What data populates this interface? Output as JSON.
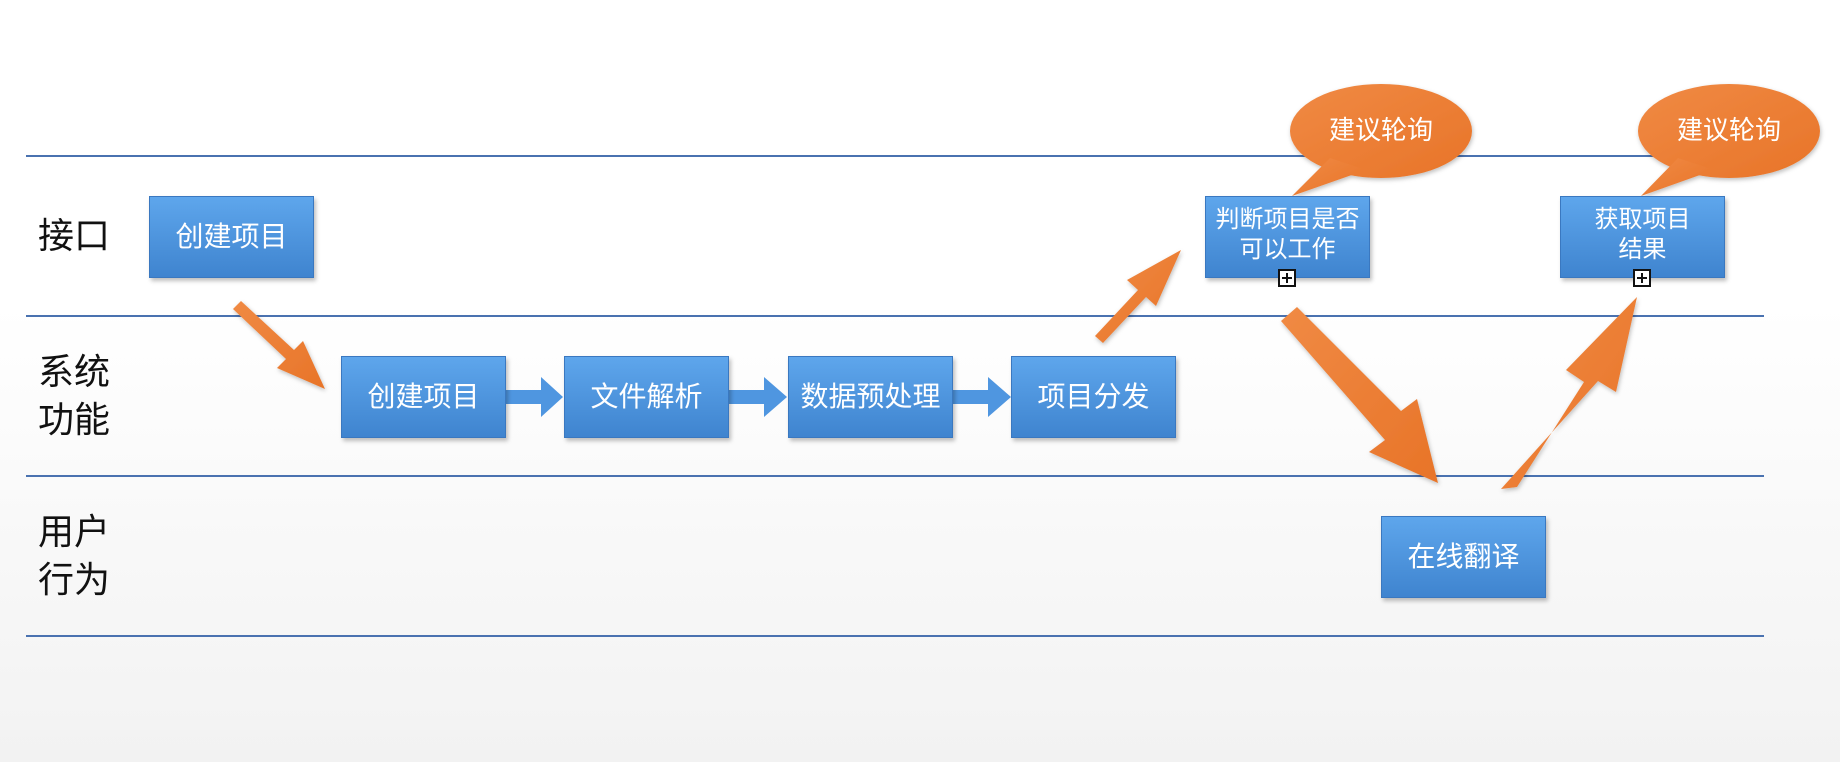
{
  "lanes": [
    {
      "label": "接口"
    },
    {
      "label": "系统\n功能"
    },
    {
      "label": "用户\n行为"
    }
  ],
  "nodes": {
    "api_create": "创建项目",
    "api_check": "判断项目是否\n可以工作",
    "api_result": "获取项目\n结果",
    "sys_create": "创建项目",
    "sys_parse": "文件解析",
    "sys_preprocess": "数据预处理",
    "sys_dispatch": "项目分发",
    "user_translate": "在线翻译"
  },
  "callouts": [
    {
      "text": "建议轮询"
    },
    {
      "text": "建议轮询"
    }
  ],
  "colors": {
    "lane_line": "#4a72b0",
    "box_fill": "#4f96e0",
    "orange": "#ec7e35",
    "blue_arrow": "#4f96e0"
  }
}
